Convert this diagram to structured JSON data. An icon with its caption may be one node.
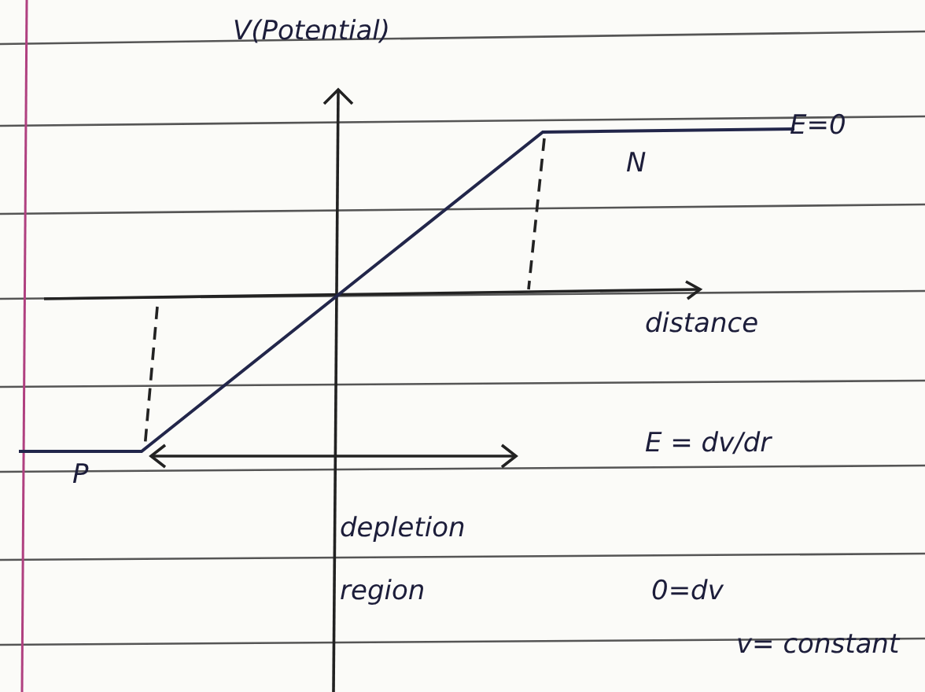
{
  "diagram": {
    "labels": [
      "V(Potential)",
      "E=0",
      "N",
      "distance",
      "P",
      "depletion region",
      "E = dv/dr",
      "0=dv",
      "v= constant"
    ]
  }
}
